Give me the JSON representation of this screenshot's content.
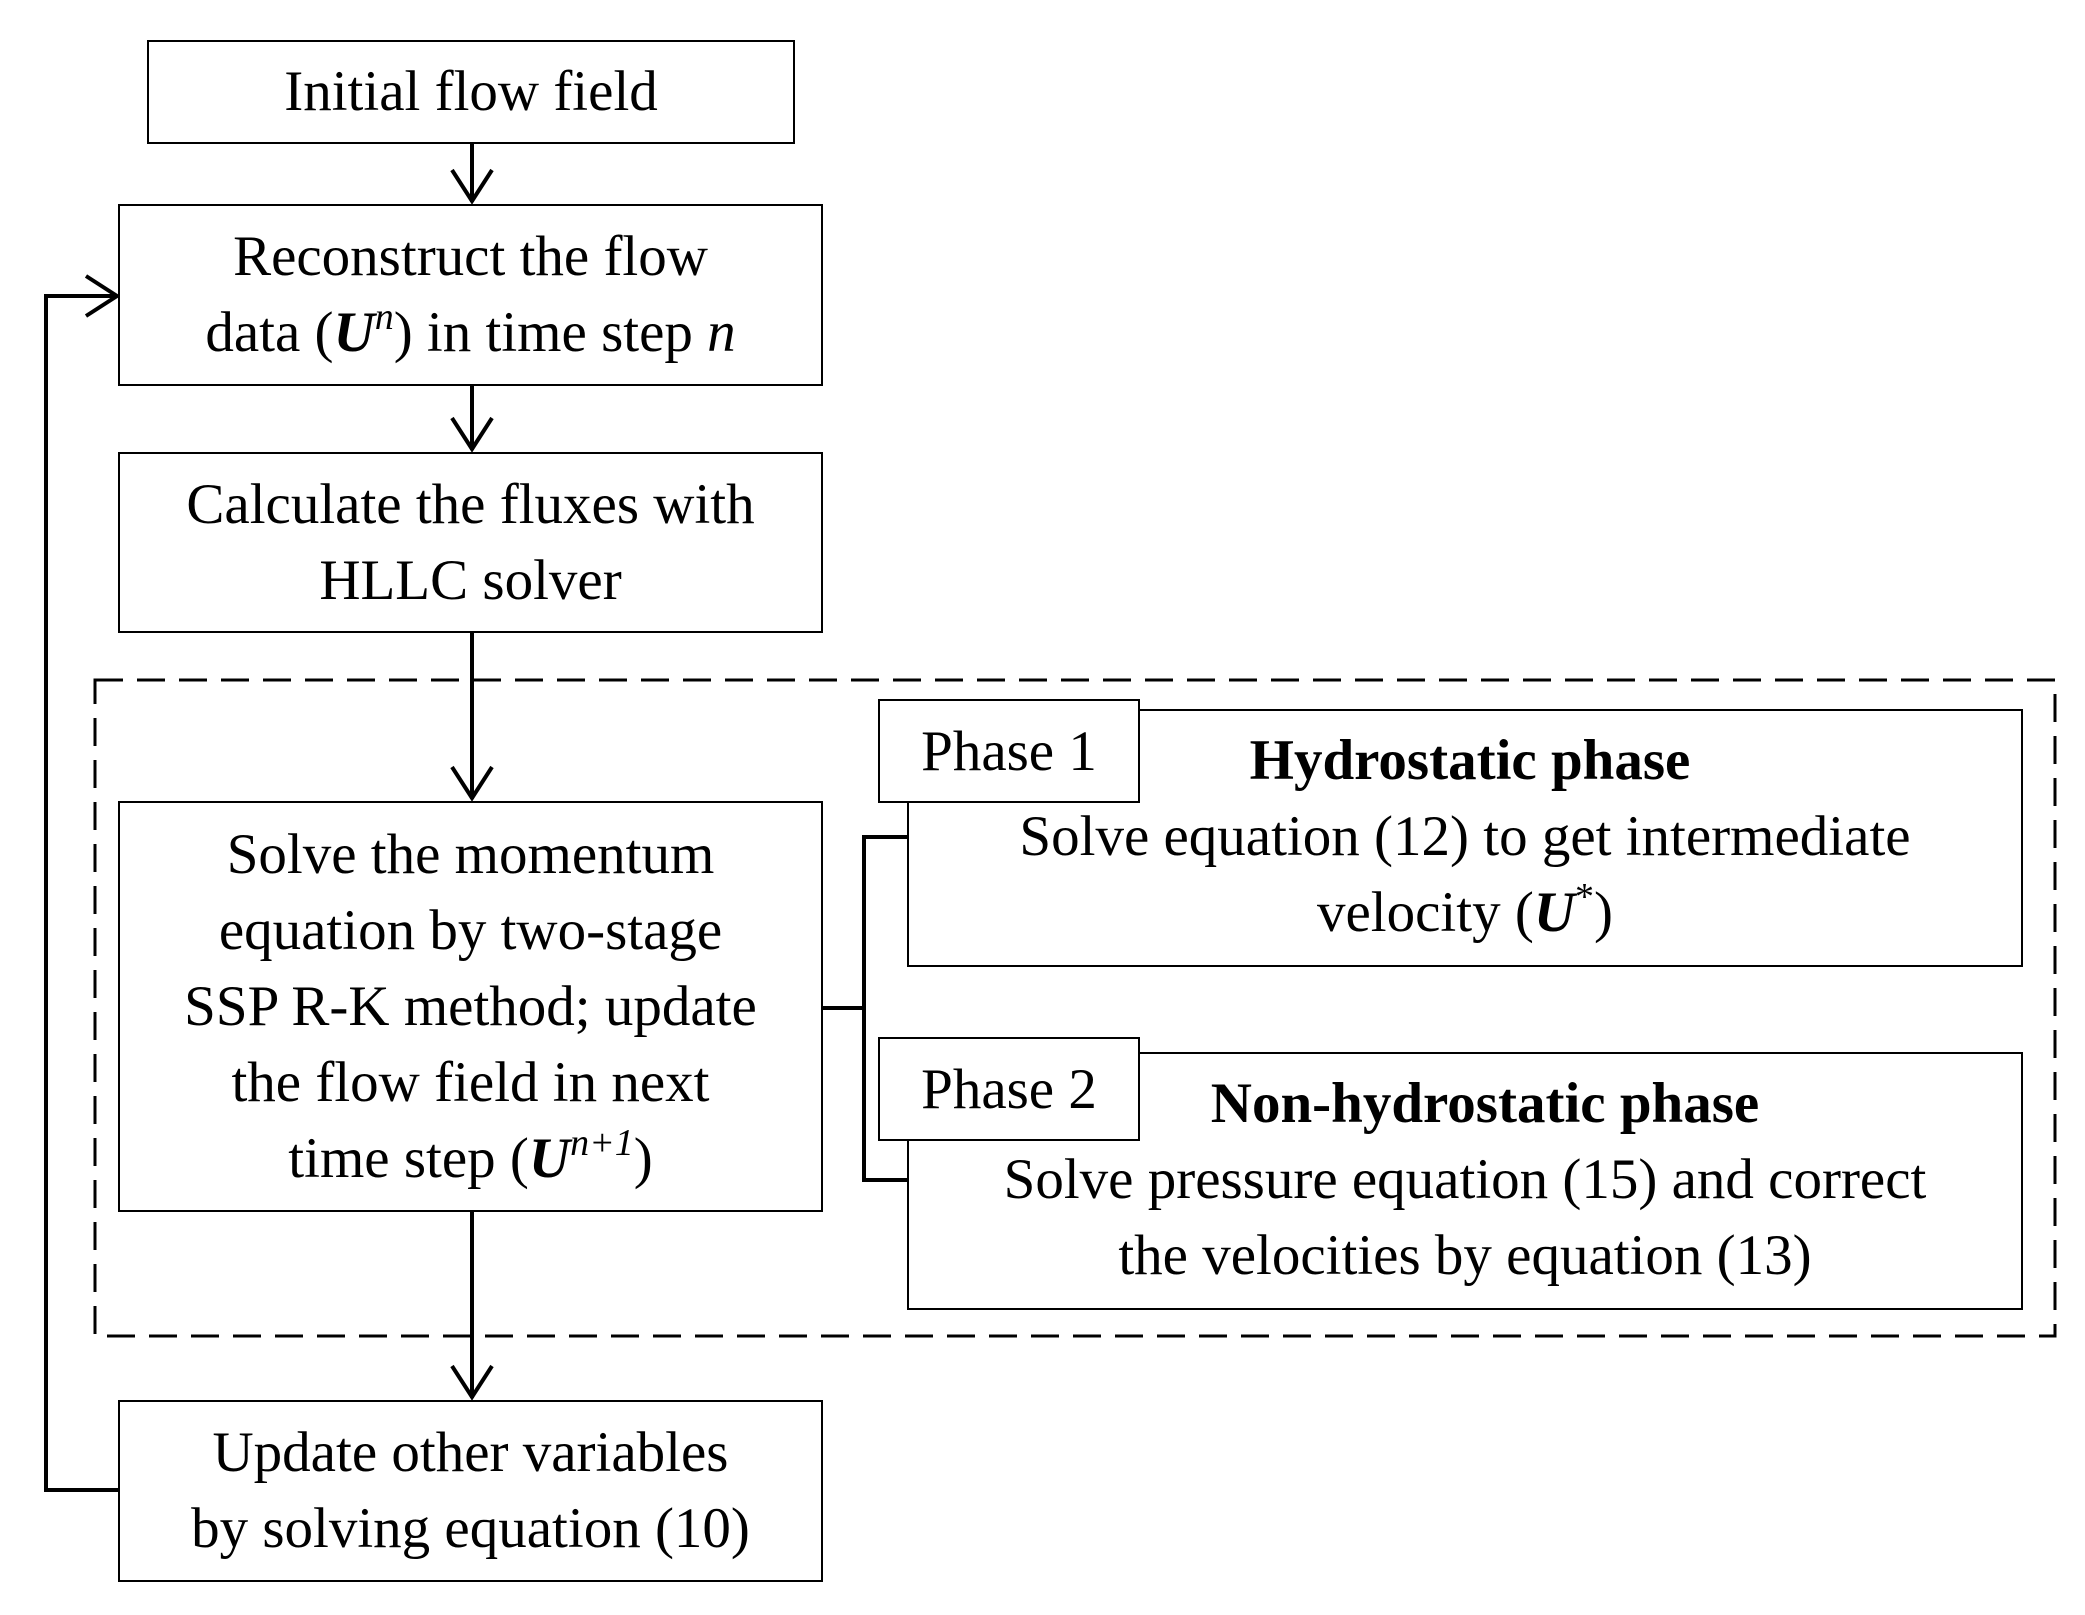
{
  "steps": {
    "initial": {
      "text": "Initial flow field"
    },
    "reconstruct": {
      "line1": "Reconstruct the flow",
      "line2_a": "data (",
      "line2_U": "U",
      "line2_sup": "n",
      "line2_b": ") in time step ",
      "line2_n": "n"
    },
    "fluxes": {
      "line1": "Calculate the fluxes with",
      "line2": "HLLC solver"
    },
    "momentum": {
      "line1": "Solve the momentum",
      "line2": "equation by two-stage",
      "line3": "SSP R-K method; update",
      "line4": "the flow field in next",
      "line5_a": "time step (",
      "line5_U": "U",
      "line5_sup": "n+1",
      "line5_b": ")"
    },
    "update": {
      "line1": "Update other variables",
      "line2": "by solving equation (10)"
    }
  },
  "phases": [
    {
      "tag": "Phase 1",
      "title": "Hydrostatic phase",
      "line1": "Solve equation (12) to get intermediate",
      "line2_a": "velocity (",
      "line2_U": "U",
      "line2_sup": "*",
      "line2_b": ")"
    },
    {
      "tag": "Phase 2",
      "title": "Non-hydrostatic phase",
      "line1": "Solve pressure equation (15) and correct",
      "line2": "the velocities by equation (13)"
    }
  ]
}
